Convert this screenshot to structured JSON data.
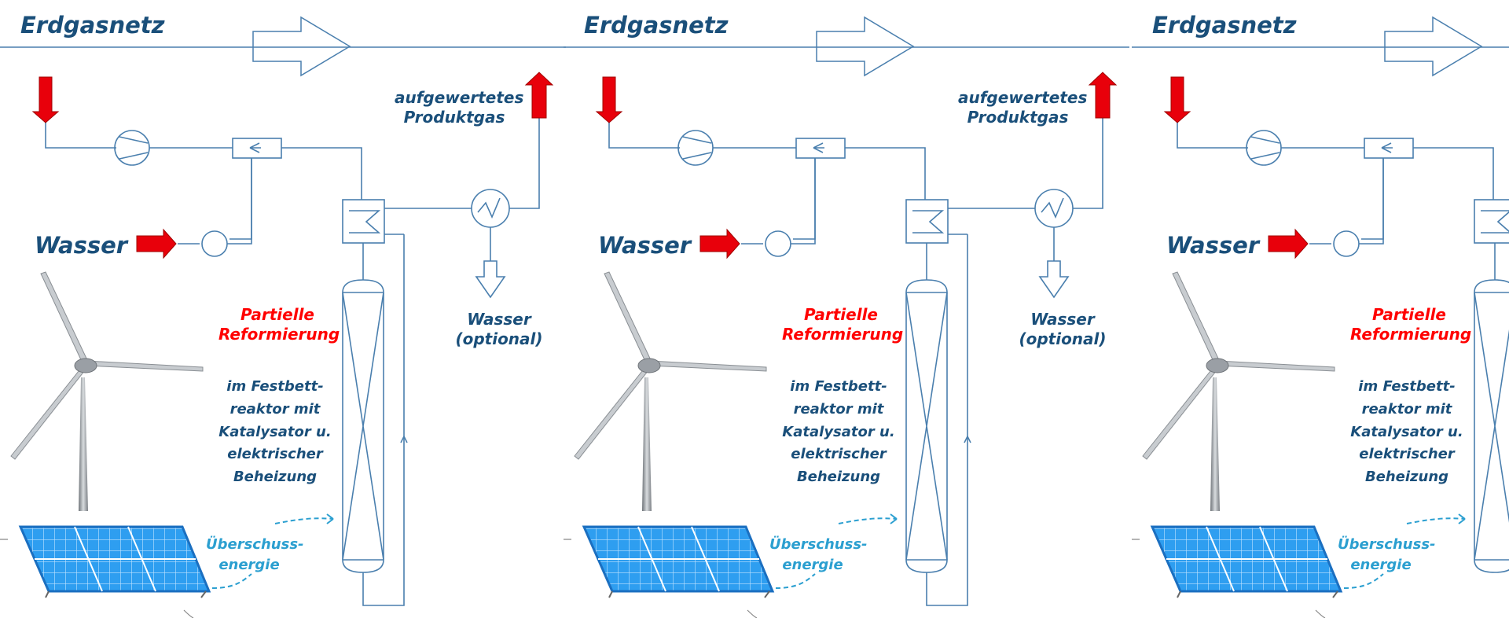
{
  "labels": {
    "grid": "Erdgasnetz",
    "water_in": "Wasser",
    "upgraded_1": "aufgewertetes",
    "upgraded_2": "Produktgas",
    "water_out_1": "Wasser",
    "water_out_2": "(optional)",
    "reforming_1": "Partielle",
    "reforming_2": "Reformierung",
    "desc_1": "im Festbett-",
    "desc_2": "reaktor mit",
    "desc_3": "Katalysator u.",
    "desc_4": "elektrischer",
    "desc_5": "Beheizung",
    "surplus_1": "Überschuss-",
    "surplus_2": "energie"
  },
  "colors": {
    "pipe": "#4a7fae",
    "label_blue": "#1a4f7a",
    "arrow_red": "#e8000b",
    "accent_red": "#ff0000",
    "energy_cyan": "#2b9fd0",
    "solar_blue": "#1e8fe0",
    "turbine_grey": "#9a9fa5"
  },
  "icons": [
    "flow-arrow-icon",
    "compressor-icon",
    "pump-icon",
    "heat-exchanger-icon",
    "mixer-icon",
    "cooler-icon",
    "reactor-column-icon",
    "wind-turbine-icon",
    "solar-panel-icon"
  ]
}
